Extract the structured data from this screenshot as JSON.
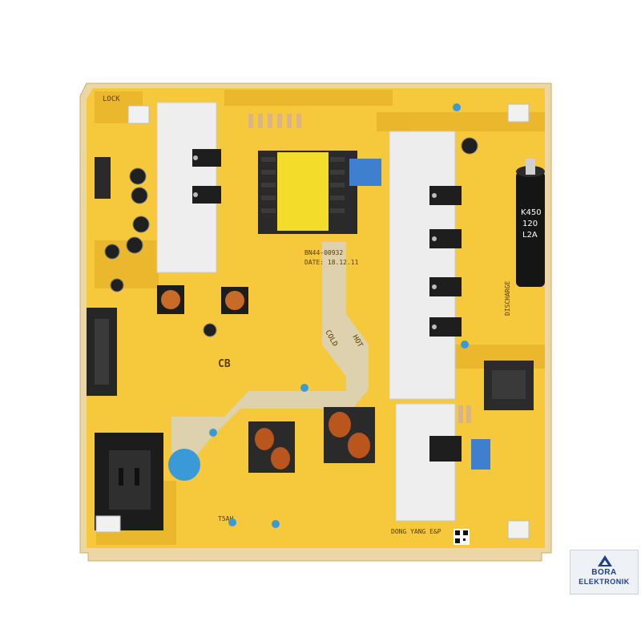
{
  "board": {
    "lock": "LOCK",
    "cold": "COLD",
    "hot": "HOT",
    "cb": "CB",
    "discharge": "DISCHARGE",
    "model": "BN44-00932",
    "date": "DATE: 18.12.11",
    "dong_yang": "DONG YANG E&P",
    "cap1": "K450",
    "cap2": "120",
    "cap3": "L2A",
    "fuse": "T5AH"
  },
  "logo": {
    "line1": "BORA",
    "line2": "ELEKTRONIK"
  },
  "colors": {
    "pcb": "#f6c83b",
    "pcb_dark": "#e6ab1d",
    "heatsink": "#eeeeee",
    "logo_blue": "#1f3f86"
  }
}
